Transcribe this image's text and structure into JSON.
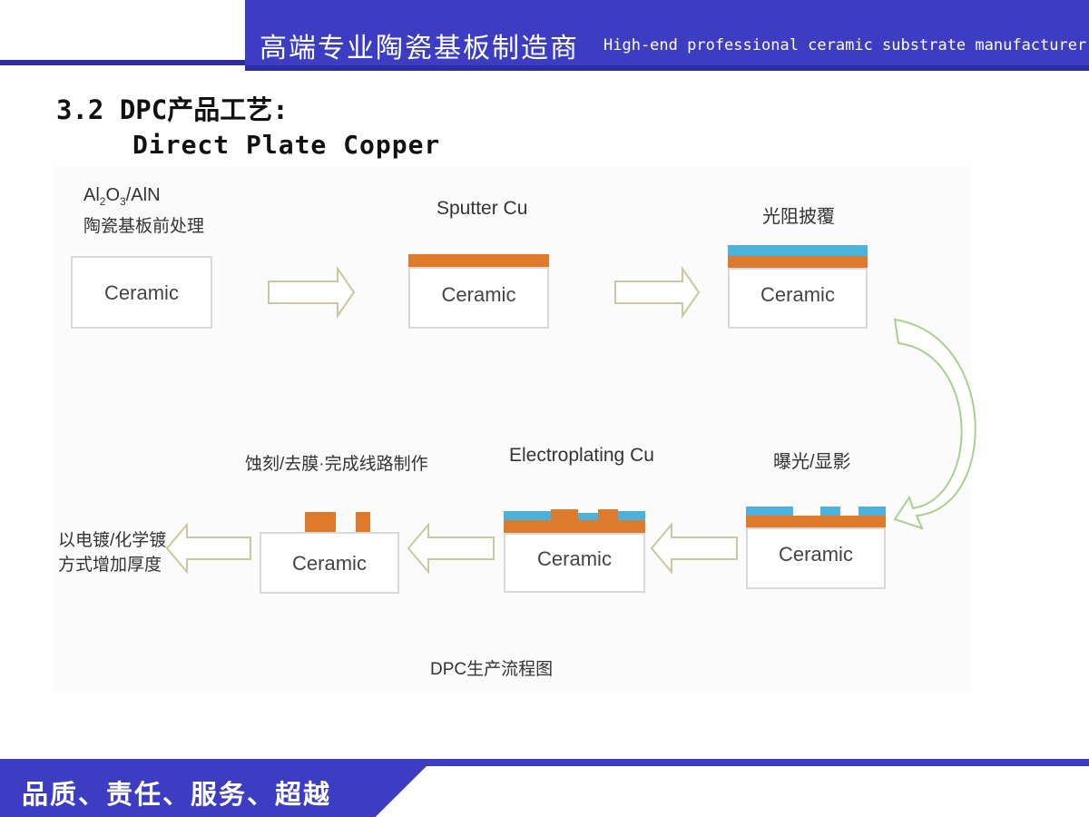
{
  "header": {
    "title_cn": "高端专业陶瓷基板制造商",
    "title_en": "High-end professional ceramic substrate manufacturer"
  },
  "section": {
    "heading": "3.2 DPC产品工艺:",
    "subheading": "Direct Plate Copper"
  },
  "diagram": {
    "caption": "DPC生产流程图",
    "ceramic_label": "Ceramic",
    "steps": [
      {
        "label_main": "Al",
        "label_sub1": "2",
        "label_mid": "O",
        "label_sub2": "3",
        "label_rest": "/AlN",
        "label_line2": "陶瓷基板前处理"
      },
      {
        "label": "Sputter Cu"
      },
      {
        "label": "光阻披覆"
      },
      {
        "label": "曝光/显影"
      },
      {
        "label": "Electroplating Cu"
      },
      {
        "label": "蚀刻/去膜·完成线路制作"
      }
    ],
    "final_note_line1": "以电镀/化学镀",
    "final_note_line2": "方式增加厚度",
    "colors": {
      "copper": "#de7a2b",
      "photoresist": "#4bb2dc",
      "arrow_outline": "#c8c89a",
      "curved_arrow": "#a8d08d"
    }
  },
  "footer": {
    "slogan": "品质、责任、服务、超越"
  },
  "colors": {
    "brand_blue": "#3d3dc3"
  }
}
